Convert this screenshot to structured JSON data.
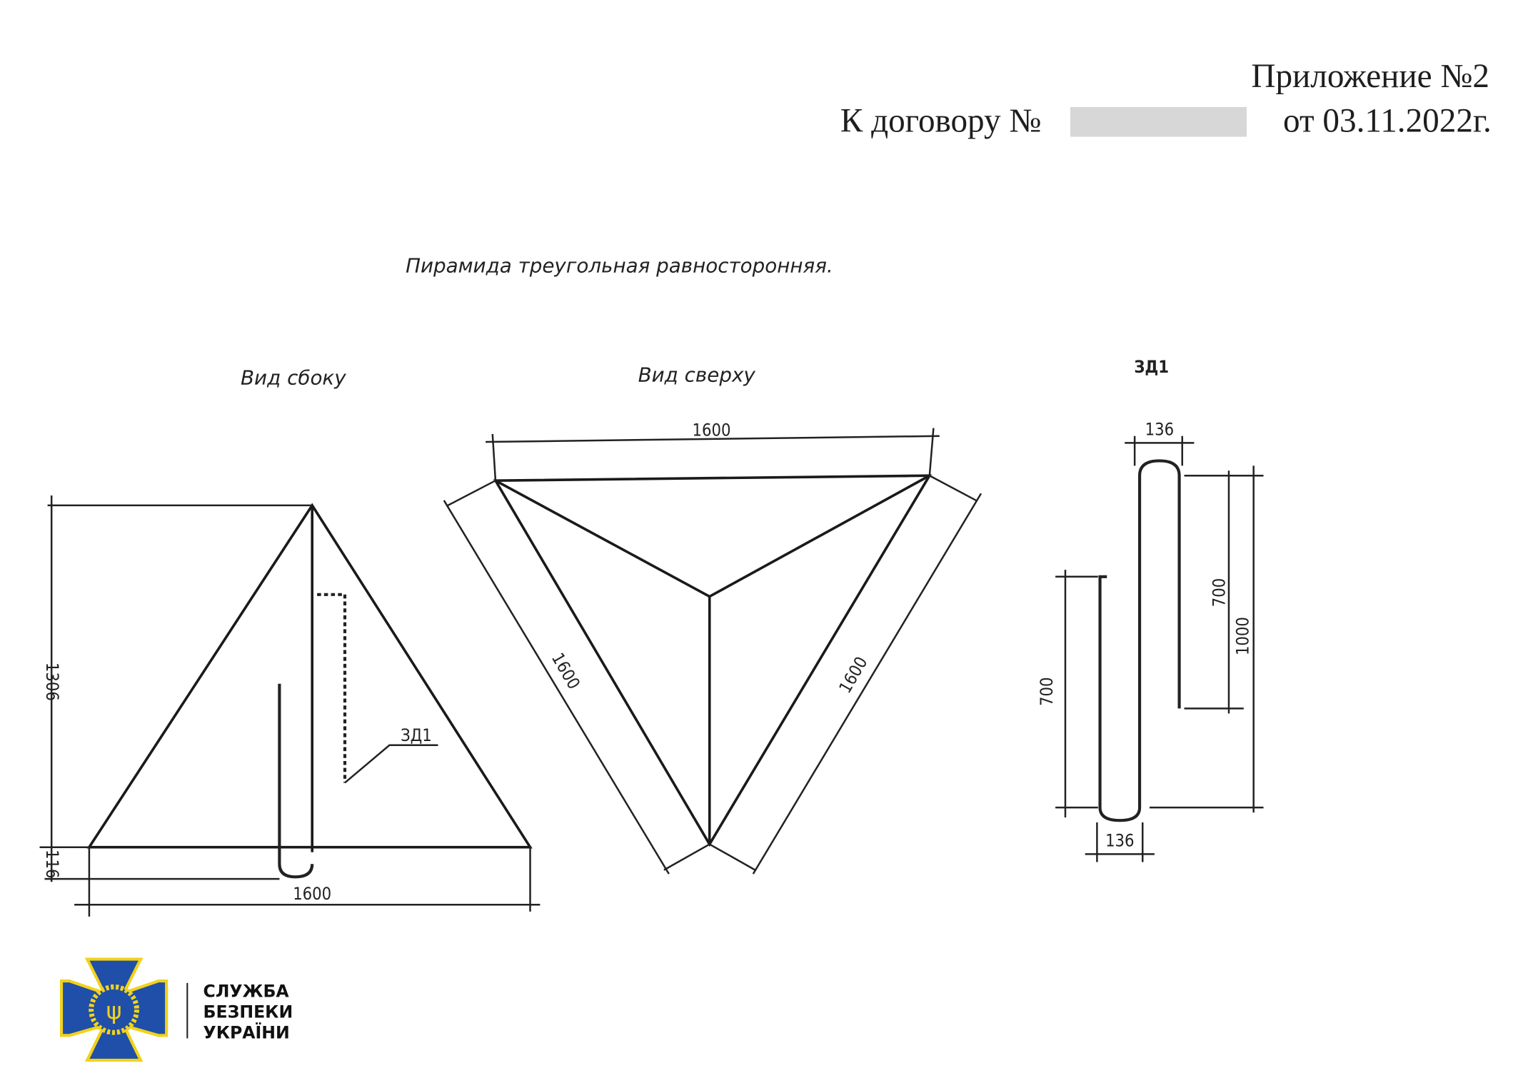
{
  "header": {
    "appendix": "Приложение №2",
    "contract_prefix": "К договору №",
    "contract_suffix": "от 03.11.2022г."
  },
  "title": "Пирамида треугольная равносторонняя.",
  "views": {
    "side": {
      "label": "Вид сбоку",
      "height_dim": "1306",
      "offset_dim": "116",
      "base_dim": "1600",
      "part_callout": "ЗД1"
    },
    "top": {
      "label": "Вид сверху",
      "top_dim": "1600",
      "left_dim": "1600",
      "right_dim": "1600"
    },
    "part": {
      "label": "ЗД1",
      "top_width_dim": "136",
      "bottom_width_dim": "136",
      "left_leg_dim": "700",
      "right_leg_dim": "700",
      "total_dim": "1000"
    }
  },
  "logo": {
    "line1": "СЛУЖБА",
    "line2": "БЕЗПЕКИ",
    "line3": "УКРАЇНИ",
    "colors": {
      "blue": "#1f4fa8",
      "gold": "#f2d21b"
    }
  }
}
